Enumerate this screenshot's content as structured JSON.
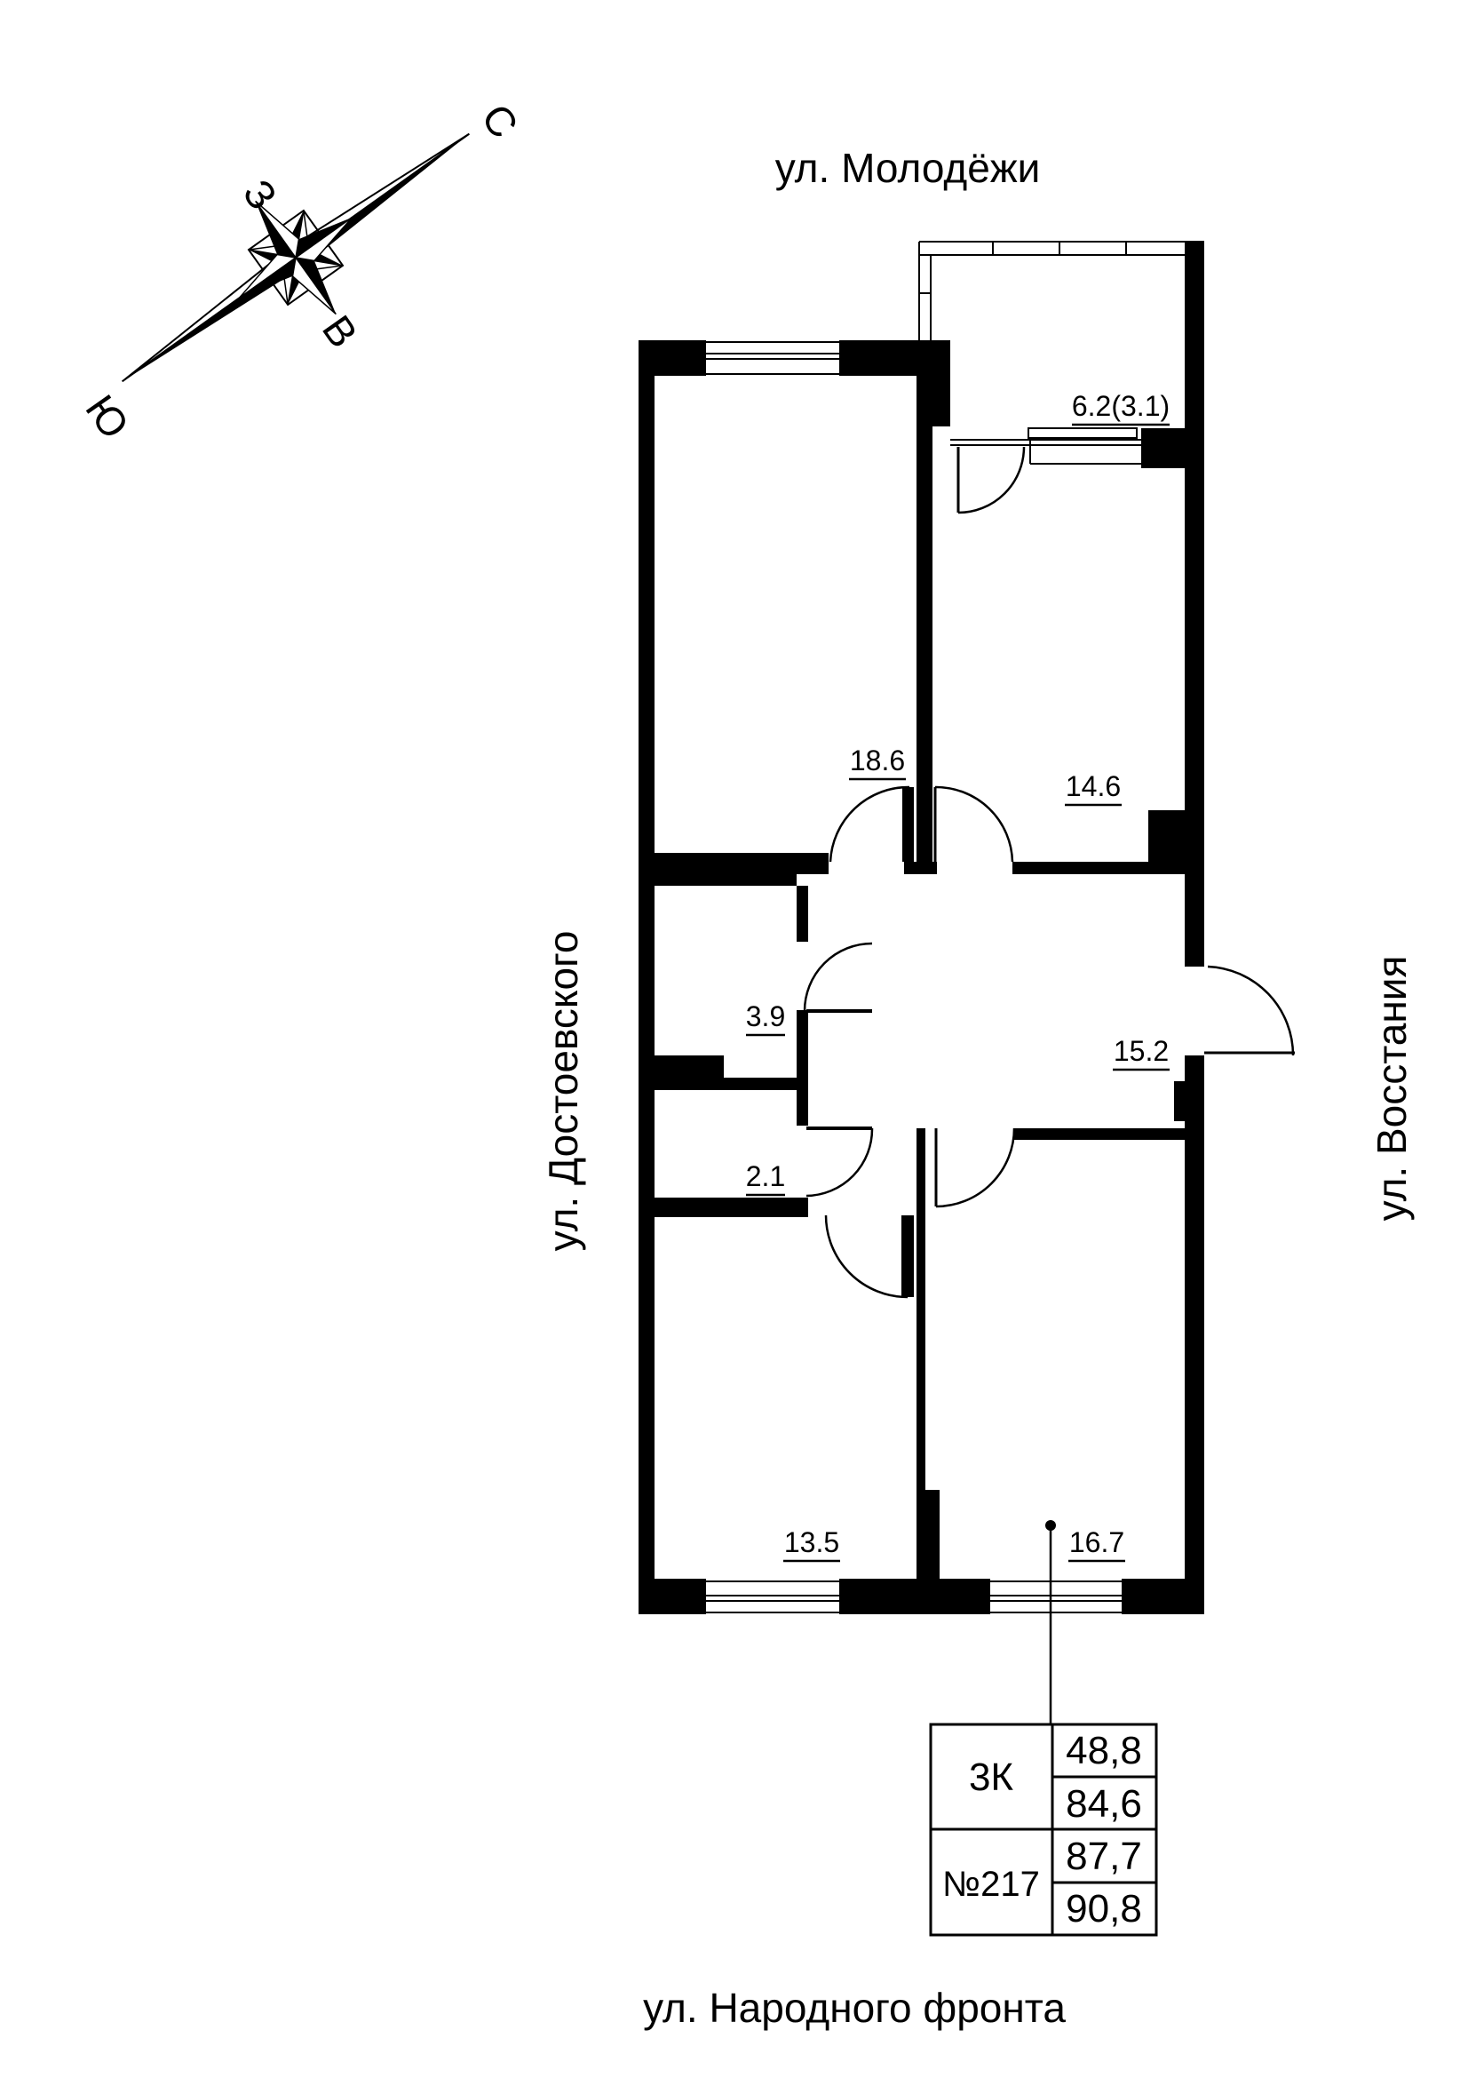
{
  "streets": {
    "top": "ул. Молодёжи",
    "left": "ул. Достоевского",
    "right": "ул. Восстания",
    "bottom": "ул. Народного фронта"
  },
  "compass": {
    "north": "С",
    "west": "З",
    "east": "В",
    "south": "Ю"
  },
  "rooms": {
    "balcony": "6.2(3.1)",
    "living1": "18.6",
    "kitchen": "14.6",
    "bathroom": "3.9",
    "wc": "2.1",
    "hallway": "15.2",
    "living2": "13.5",
    "living3": "16.7"
  },
  "info_table": {
    "rooms_count": "3К",
    "apartment_number": "№217",
    "living_area": "48,8",
    "apartment_area": "84,6",
    "total_area": "87,7",
    "total_area_with_balcony": "90,8"
  },
  "colors": {
    "ink": "#000000",
    "background": "#ffffff"
  }
}
